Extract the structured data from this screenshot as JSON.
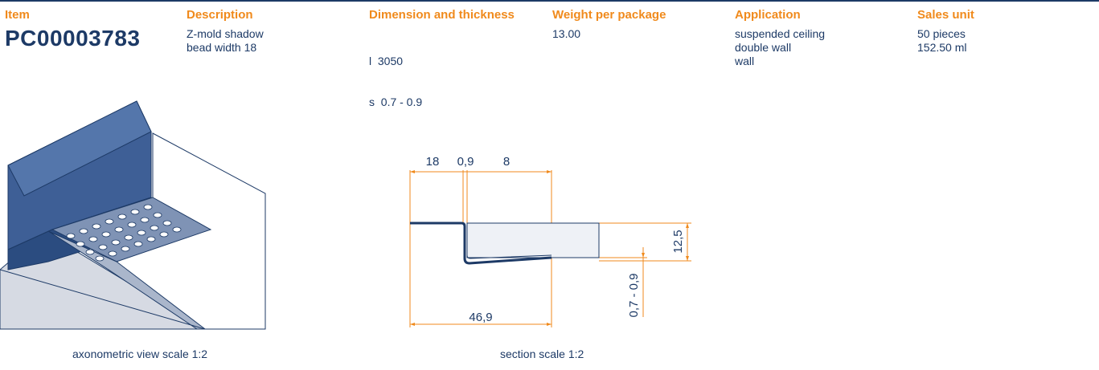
{
  "headers": {
    "item": "Item",
    "description": "Description",
    "dimension": "Dimension and thickness",
    "weight": "Weight per package",
    "application": "Application",
    "sales_unit": "Sales unit"
  },
  "product": {
    "item_code": "PC00003783",
    "description": [
      "Z-mold shadow",
      "bead width 18"
    ],
    "dimension": [
      "l  3050",
      "s  0.7 - 0.9"
    ],
    "weight": "13.00",
    "application": [
      "suspended ceiling",
      "double wall",
      "wall"
    ],
    "sales_unit": [
      "50 pieces",
      "152.50 ml"
    ]
  },
  "drawings": {
    "axonometric_caption": "axonometric view scale 1:2",
    "section_caption": "section scale 1:2",
    "dimensions": {
      "d18": "18",
      "d09": "0,9",
      "d8": "8",
      "d125": "12,5",
      "d469": "46,9",
      "thickness": "0,7 - 0,9"
    }
  },
  "colors": {
    "accent": "#f08a1c",
    "primary": "#1d3a66"
  }
}
